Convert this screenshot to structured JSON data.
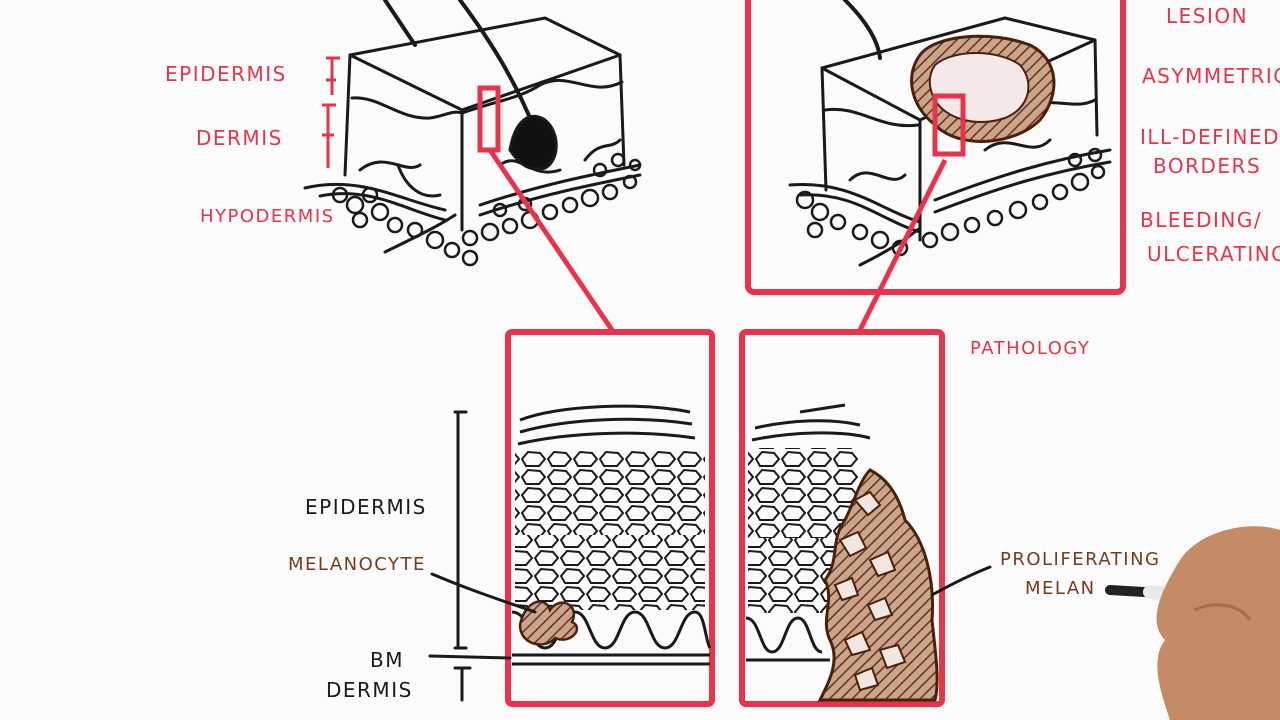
{
  "labels": {
    "epidermis_top": "EPIDERMIS",
    "dermis_top": "DERMIS",
    "hypodermis": "HYPODERMIS",
    "lesion": "LESION",
    "asymmetric": "ASYMMETRIC",
    "ill_defined_1": "ILL-DEFINED",
    "ill_defined_2": "BORDERS",
    "bleeding_1": "BLEEDING/",
    "bleeding_2": "ULCERATING",
    "pathology": "PATHOLOGY",
    "epidermis_bottom": "EPIDERMIS",
    "melanocyte": "MELANOCYTE",
    "bm": "BM",
    "dermis_bottom": "DERMIS",
    "proliferating_1": "PROLIFERATING",
    "proliferating_2": "MELAN"
  },
  "colors": {
    "red": "#e8344b",
    "ink": "#1a1a1a",
    "brown": "#7a3a1c",
    "paper": "#fbfbfb"
  }
}
